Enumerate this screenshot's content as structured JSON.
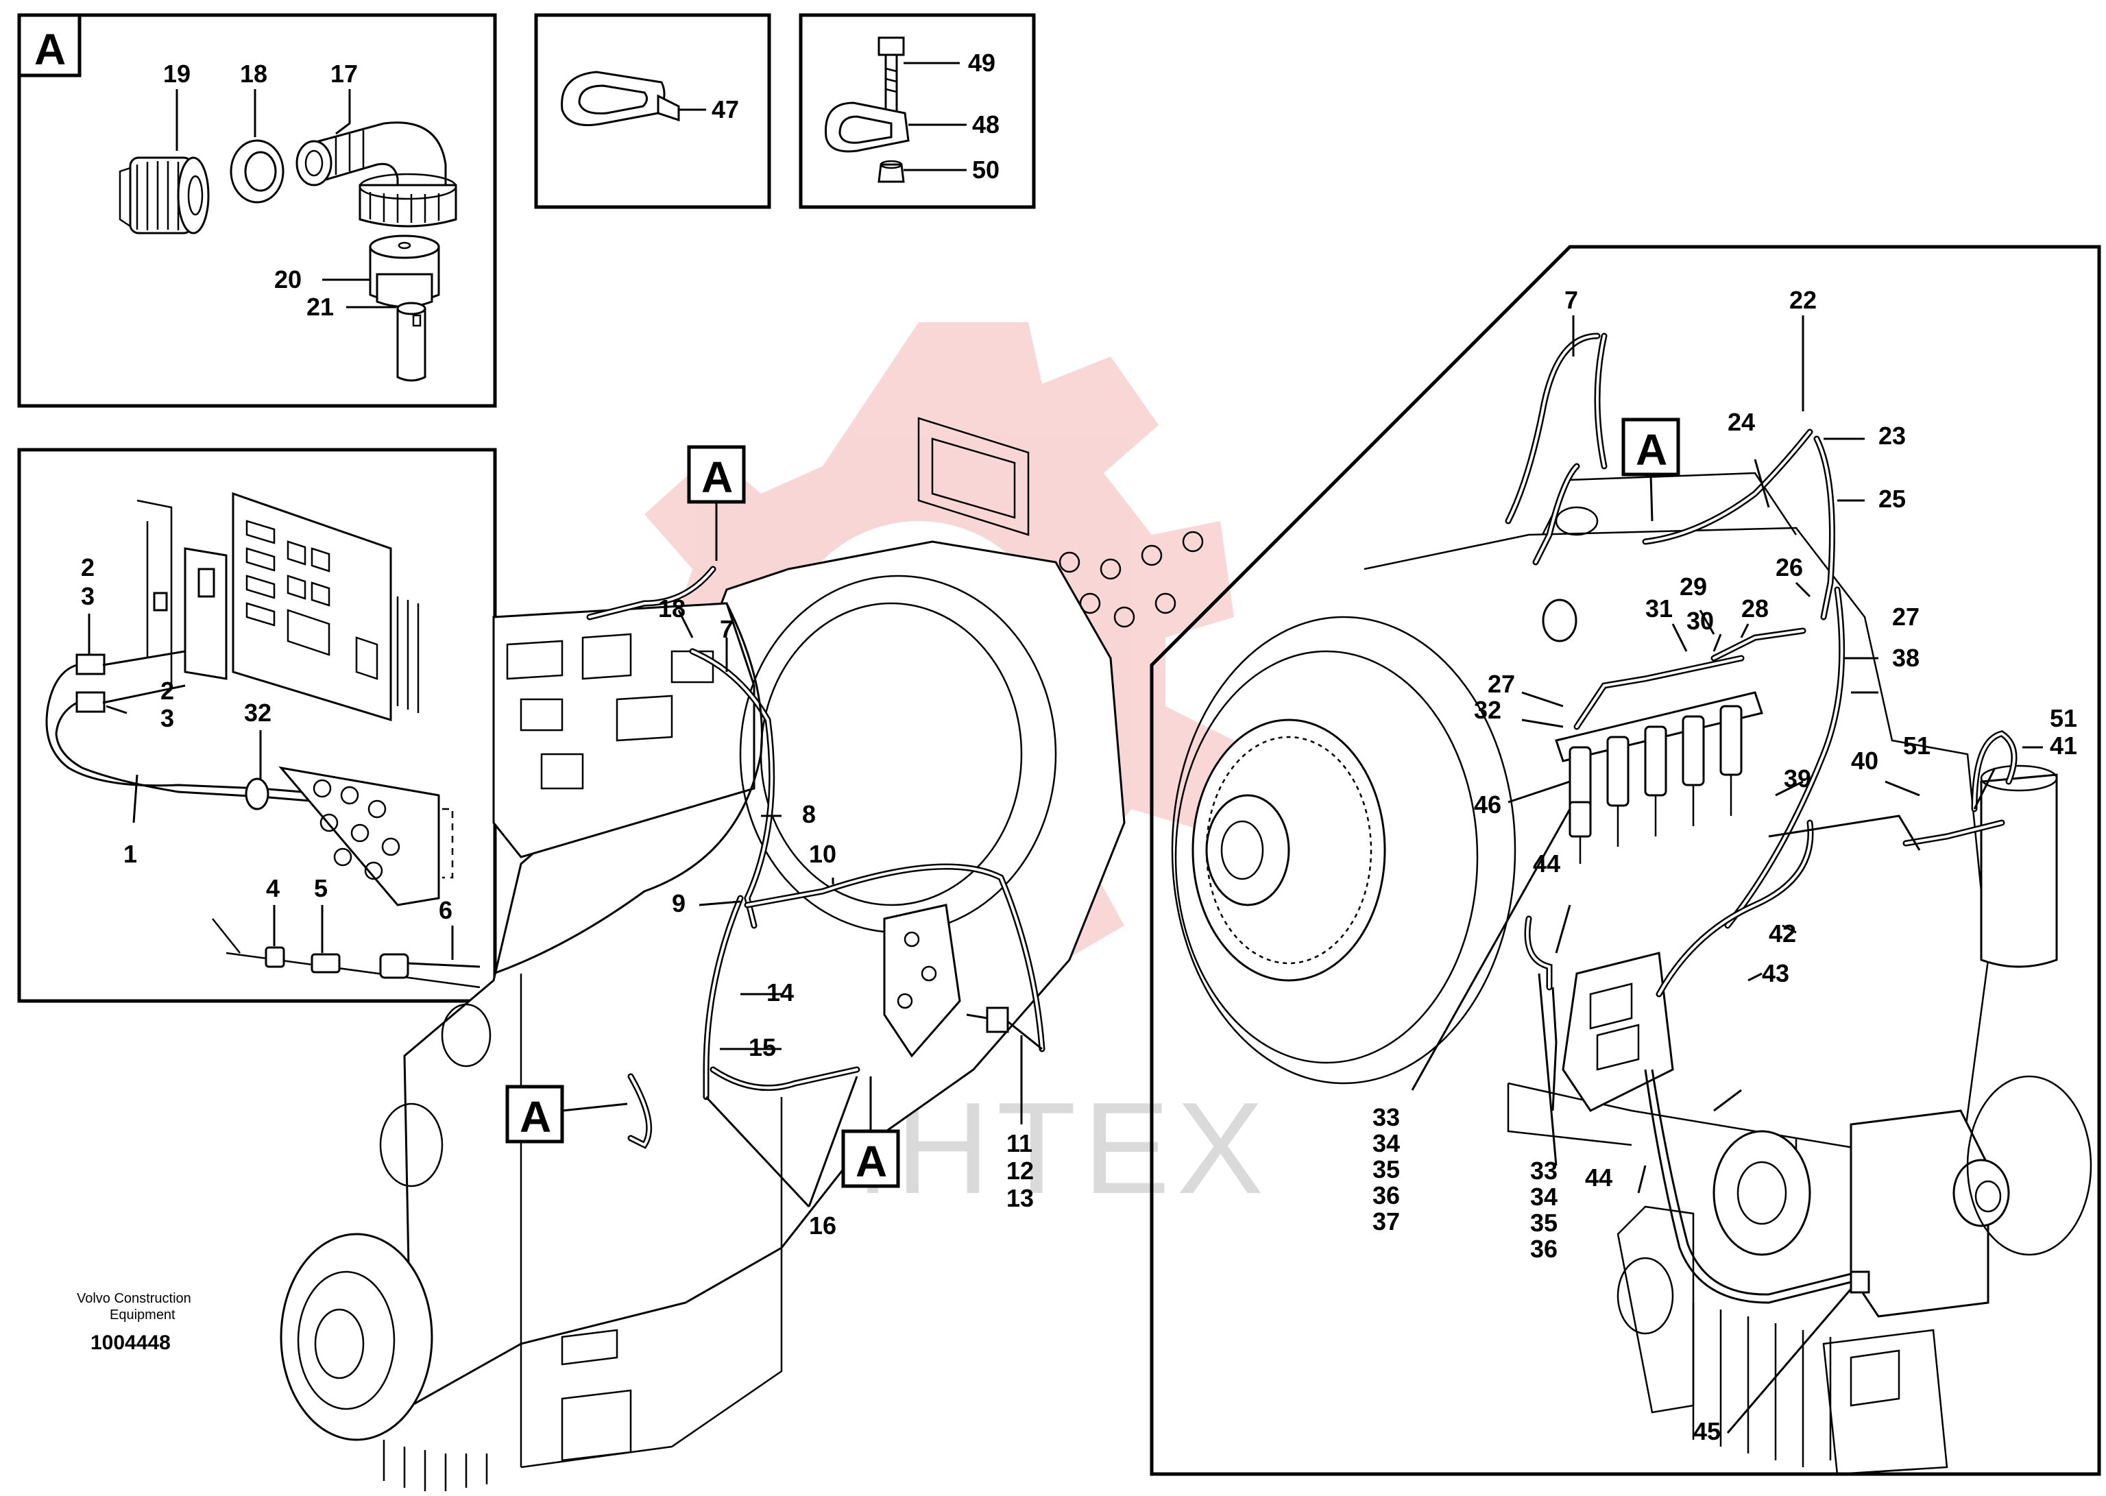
{
  "watermark": {
    "text": "ИНТЕХ",
    "gear_color": "#f5b6b6",
    "text_color": "#bdbdbd"
  },
  "footer": {
    "company_line1": "Volvo Construction",
    "company_line2": "Equipment",
    "drawing_number": "1004448"
  },
  "insets": {
    "detail_a": {
      "letter": "A",
      "labels": [
        "19",
        "18",
        "17",
        "20",
        "21"
      ]
    },
    "clip": {
      "labels": [
        "47"
      ]
    },
    "bolt_clip": {
      "labels": [
        "49",
        "48",
        "50"
      ]
    },
    "control_unit": {
      "labels": [
        "2",
        "3",
        "2",
        "3",
        "32",
        "1",
        "4",
        "5",
        "6"
      ]
    }
  },
  "main_view": {
    "callout_boxes": [
      "A",
      "A",
      "A"
    ],
    "labels": [
      "18",
      "7",
      "8",
      "10",
      "9",
      "14",
      "15",
      "16",
      "11",
      "12",
      "13"
    ]
  },
  "right_view": {
    "callout_boxes": [
      "A"
    ],
    "labels": [
      "7",
      "22",
      "24",
      "23",
      "25",
      "26",
      "29",
      "28",
      "31",
      "30",
      "27",
      "27",
      "32",
      "38",
      "51",
      "41",
      "51",
      "40",
      "46",
      "39",
      "44",
      "42",
      "43",
      "33",
      "34",
      "35",
      "36",
      "37",
      "33",
      "34",
      "35",
      "36",
      "44",
      "45"
    ]
  }
}
